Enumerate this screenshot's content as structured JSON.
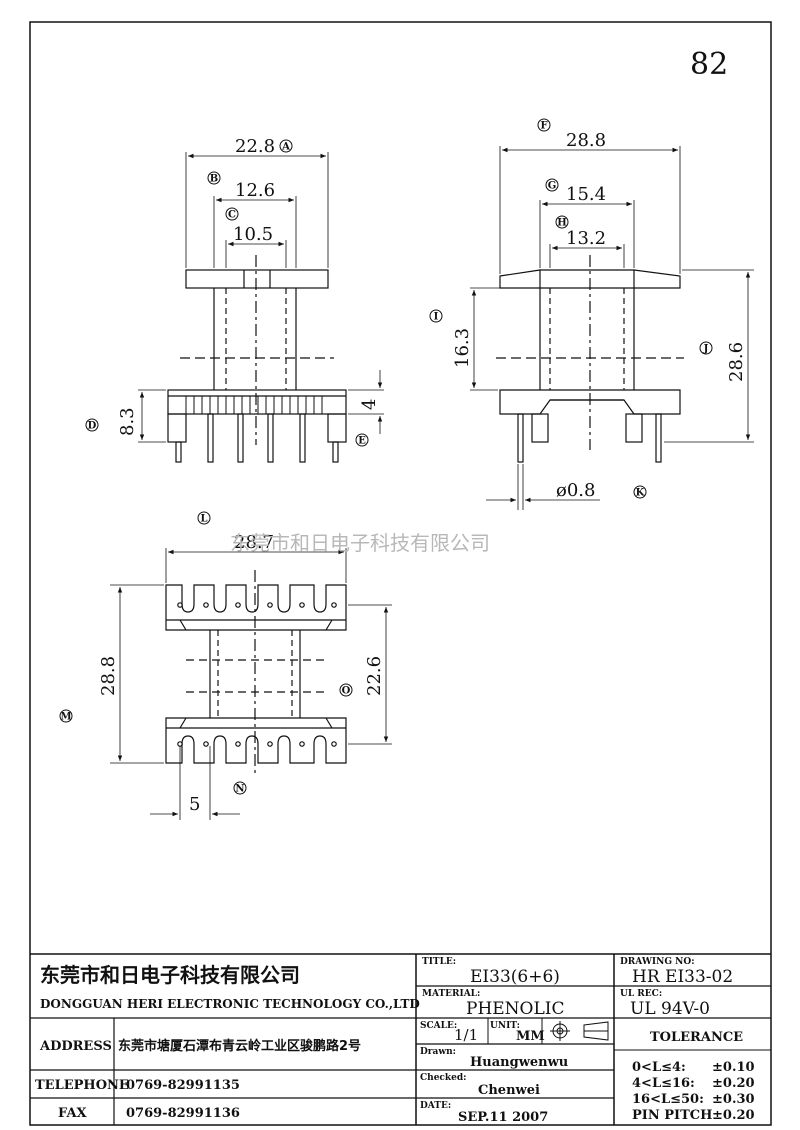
{
  "page_number": "82",
  "watermark": "东莞市和日电子科技有限公司",
  "top_left_view": {
    "dims": {
      "A": "22.8",
      "B": "12.6",
      "C": "10.5",
      "D": "8.3",
      "E": "4"
    }
  },
  "top_right_view": {
    "dims": {
      "F": "28.8",
      "G": "15.4",
      "H": "13.2",
      "I": "16.3",
      "J": "28.6",
      "K": "ø0.8"
    }
  },
  "bottom_view": {
    "dims": {
      "L": "28.7",
      "M": "28.8",
      "N": "5",
      "O": "22.6"
    }
  },
  "markers": {
    "A": "A",
    "B": "B",
    "C": "C",
    "D": "D",
    "E": "E",
    "F": "F",
    "G": "G",
    "H": "H",
    "I": "I",
    "J": "J",
    "K": "K",
    "L": "L",
    "M": "M",
    "N": "N",
    "O": "O"
  },
  "title_block": {
    "company_cn": "东莞市和日电子科技有限公司",
    "company_en": "DONGGUAN HERI ELECTRONIC TECHNOLOGY CO.,LTD",
    "address_label": "ADDRESS",
    "address_value": "东莞市塘厦石潭布青云岭工业区骏鹏路2号",
    "telephone_label": "TELEPHONE",
    "telephone_value": "0769-82991135",
    "fax_label": "FAX",
    "fax_value": "0769-82991136",
    "title_label": "TITLE:",
    "title_value": "EI33(6+6)",
    "material_label": "MATERIAL:",
    "material_value": "PHENOLIC",
    "scale_label": "SCALE:",
    "scale_value": "1/1",
    "unit_label": "UNIT:",
    "unit_value": "MM",
    "drawn_label": "Drawn:",
    "drawn_value": "Huangwenwu",
    "checked_label": "Checked:",
    "checked_value": "Chenwei",
    "date_label": "DATE:",
    "date_value": "SEP.11 2007",
    "drawing_no_label": "DRAWING NO:",
    "drawing_no_value": "HR EI33-02",
    "ul_rec_label": "UL REC:",
    "ul_rec_value": "UL  94V-0",
    "tolerance_title": "TOLERANCE",
    "tolerances": [
      {
        "range": "0<L≤4:",
        "value": "±0.10"
      },
      {
        "range": "4<L≤16:",
        "value": "±0.20"
      },
      {
        "range": "16<L≤50:",
        "value": "±0.30"
      },
      {
        "range": "PIN PITCH",
        "value": "±0.20"
      }
    ]
  }
}
